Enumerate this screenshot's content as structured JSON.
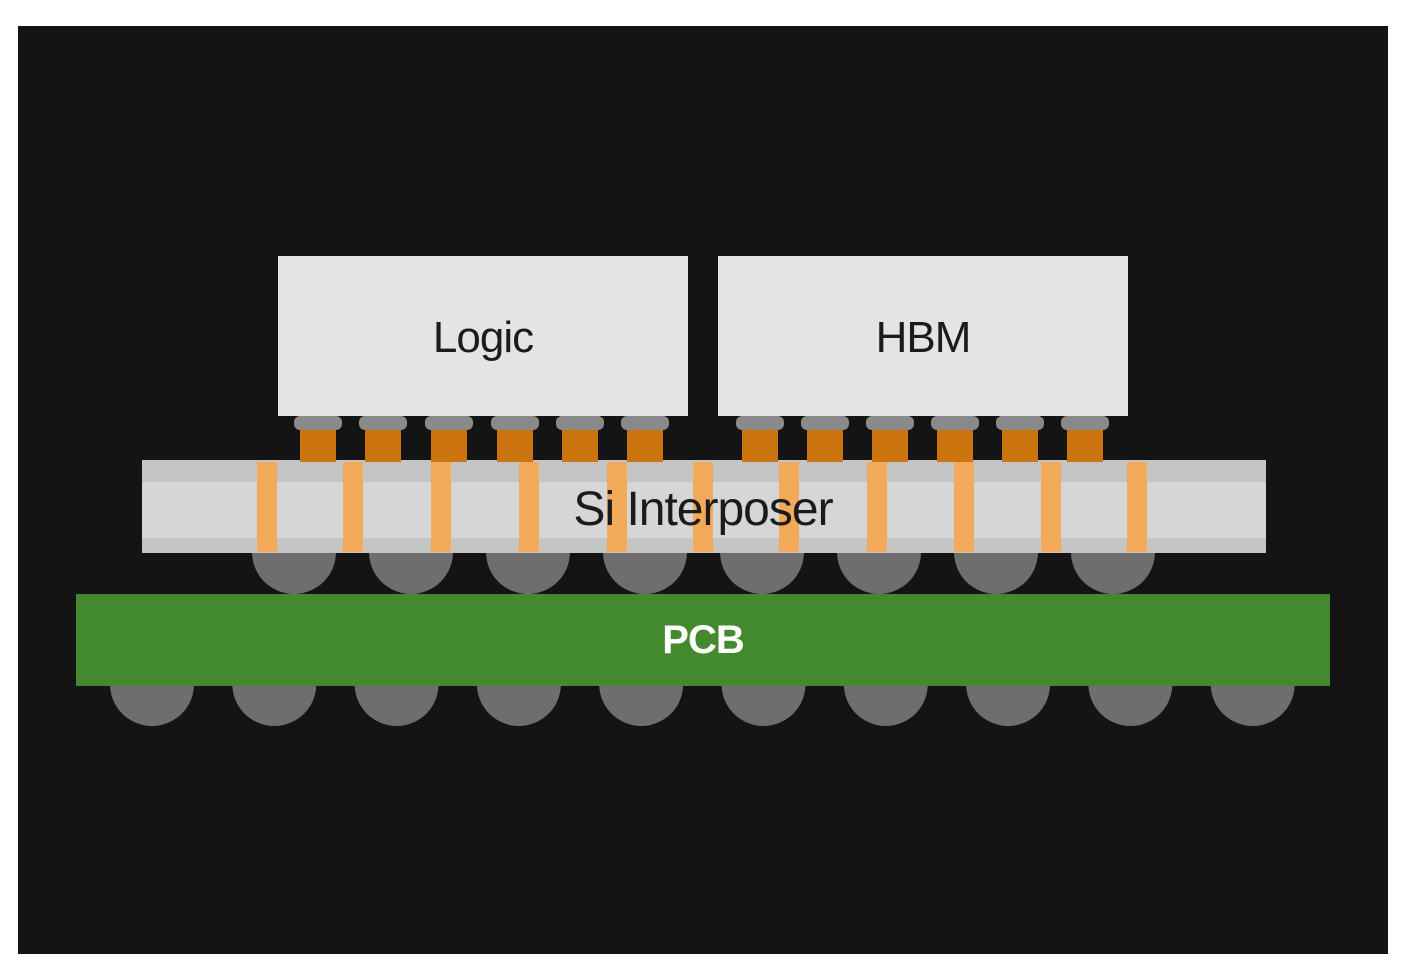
{
  "labels": {
    "logic": "Logic",
    "hbm": "HBM",
    "interposer": "Si Interposer",
    "pcb": "PCB"
  },
  "colors": {
    "background": "#141414",
    "die": "#e4e4e4",
    "interposer": "#d6d6d6",
    "interposer_band": "#c4c4c4",
    "pcb": "#438a2e",
    "bump": "#cc7410",
    "tsv": "#f2a95a",
    "ball": "#6e6e6e",
    "pad": "#8a8a8a"
  }
}
